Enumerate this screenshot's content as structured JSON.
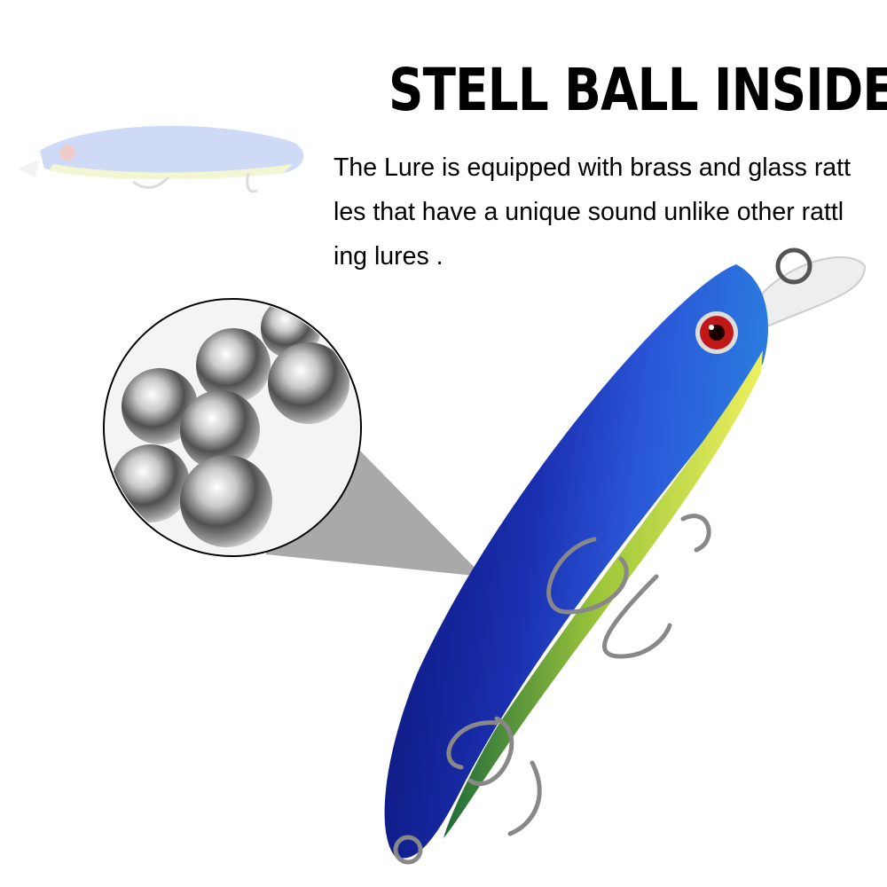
{
  "headline": "STELL BALL INSIDE",
  "description": {
    "lines": [
      "The Lure is equipped with brass and glass ratt",
      "les that have a unique sound unlike other rattl",
      "ing lures ."
    ]
  },
  "colors": {
    "lure_body": "#1a2fb0",
    "lure_stripe": "#d7e23a",
    "callout": "#9a9a9a",
    "steel_ball": "#b8b8b8",
    "eye": "#c01818"
  },
  "images": {
    "faded_lure": "faded-lure-thumbnail",
    "steel_balls": "steel-balls-closeup",
    "main_lure": "blue-minnow-lure"
  }
}
